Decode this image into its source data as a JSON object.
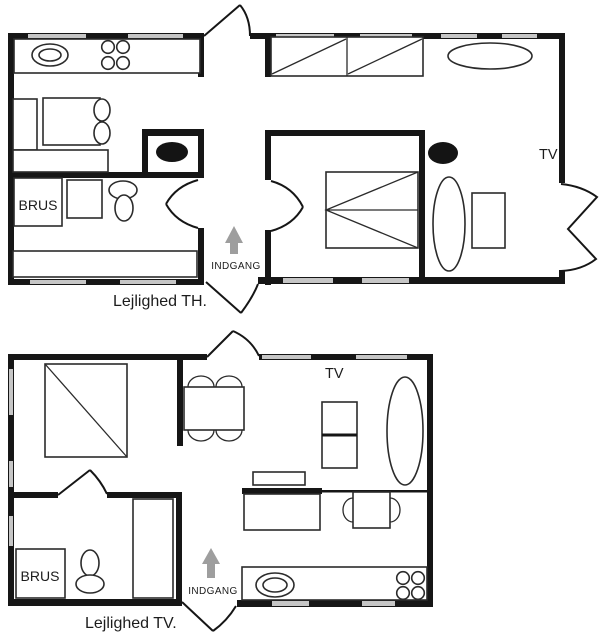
{
  "colors": {
    "background": "#ffffff",
    "wall": "#161616",
    "window": "#c6c6c6",
    "entrance_arrow": "#9e9e9e",
    "furniture_line": "#2b2b2b",
    "text": "#1c1c1c"
  },
  "apartment_th": {
    "caption": "Lejlighed TH.",
    "labels": {
      "shower": "BRUS",
      "entrance": "INDGANG",
      "tv": "TV"
    }
  },
  "apartment_tv": {
    "caption": "Lejlighed TV.",
    "labels": {
      "shower": "BRUS",
      "entrance": "INDGANG",
      "tv": "TV"
    }
  }
}
